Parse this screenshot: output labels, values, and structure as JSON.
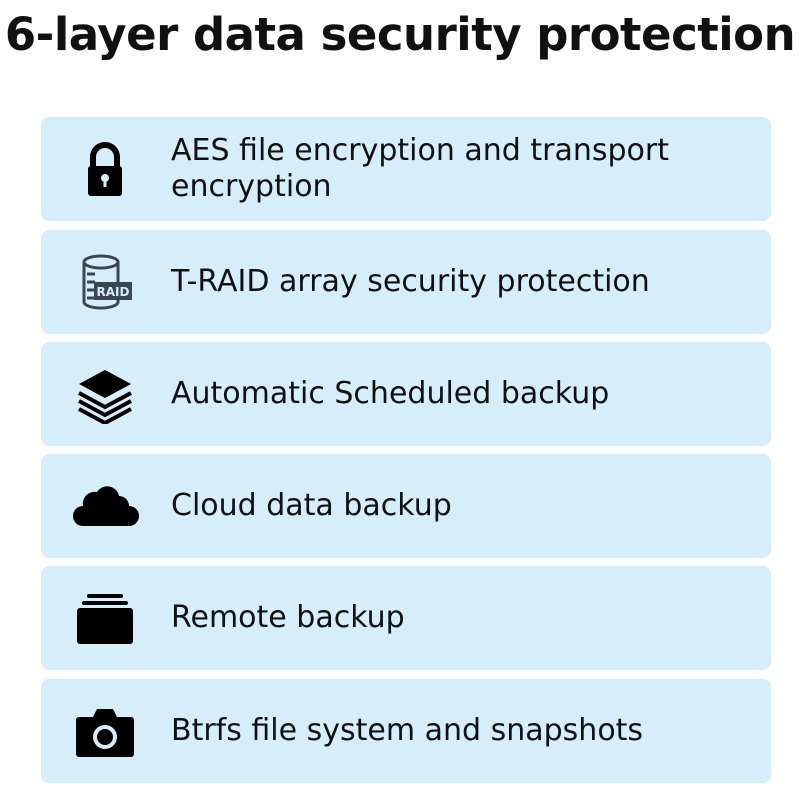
{
  "title": "6-layer data security protection",
  "items": [
    {
      "label": "AES file encryption and transport encryption",
      "icon": "lock-icon"
    },
    {
      "label": "T-RAID array security protection",
      "icon": "raid-disk-icon",
      "badge": "RAID"
    },
    {
      "label": "Automatic Scheduled backup",
      "icon": "layers-icon"
    },
    {
      "label": "Cloud data backup",
      "icon": "cloud-icon"
    },
    {
      "label": "Remote backup",
      "icon": "stacked-folder-icon"
    },
    {
      "label": "Btrfs file system and snapshots",
      "icon": "camera-icon"
    }
  ],
  "colors": {
    "card": "#d6eefa",
    "text": "#111111",
    "raid_icon": "#3c4650"
  }
}
